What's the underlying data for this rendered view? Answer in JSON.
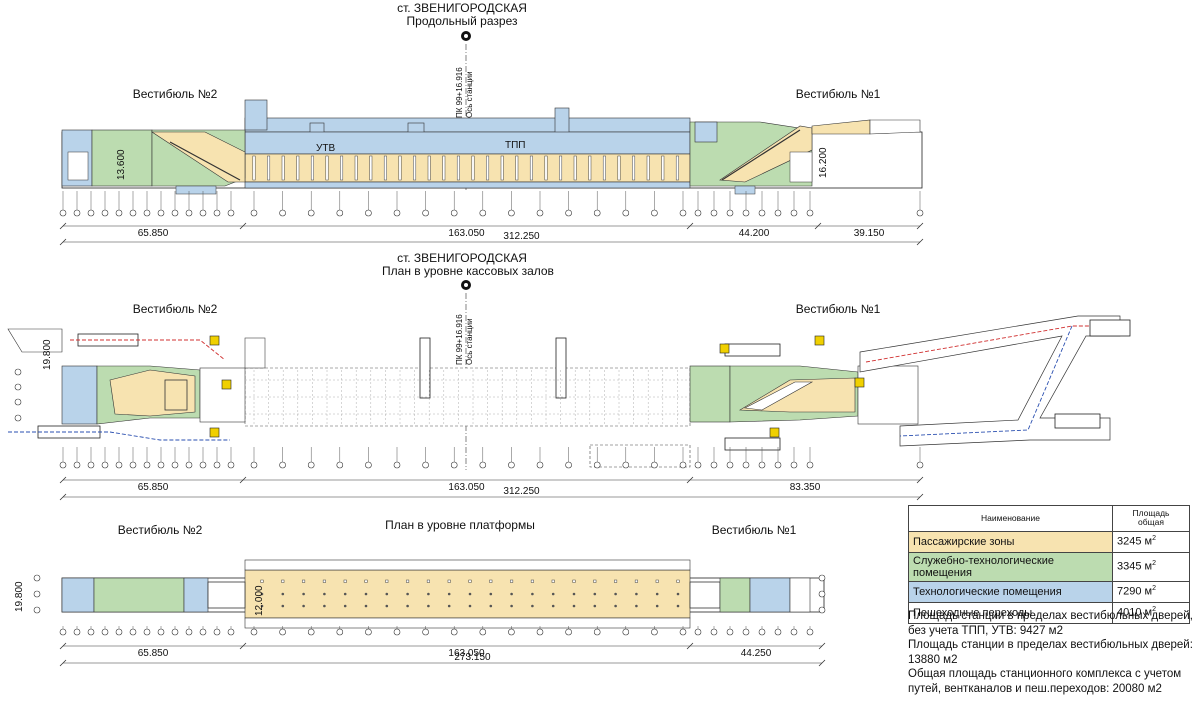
{
  "colors": {
    "passenger": "#f7e3b0",
    "service": "#bcdcb0",
    "technical": "#b9d3ea",
    "line": "#222222",
    "route_red": "#d03030",
    "route_blue": "#2a4fb0",
    "accent_yellow": "#f0d000"
  },
  "section1": {
    "title": "ст. ЗВЕНИГОРОДСКАЯ",
    "subtitle": "Продольный разрез",
    "vestibule_left": "Вестибюль №2",
    "vestibule_right": "Вестибюль №1",
    "axis_label": "ПК 99+16.916",
    "axis_label2": "Ось станции",
    "utv": "УТВ",
    "tpp": "ТПП",
    "height_left": "13.600",
    "height_right": "16.200",
    "dims": [
      "65.850",
      "163.050",
      "44.200",
      "39.150"
    ],
    "total": "312.250"
  },
  "section2": {
    "title": "ст. ЗВЕНИГОРОДСКАЯ",
    "subtitle": "План в уровне кассовых залов",
    "vestibule_left": "Вестибюль №2",
    "vestibule_right": "Вестибюль №1",
    "axis_label": "ПК 99+16.916",
    "axis_label2": "Ось станции",
    "width_left": "19.800",
    "dims": [
      "65.850",
      "163.050",
      "83.350"
    ],
    "total": "312.250"
  },
  "section3": {
    "subtitle": "План в уровне платформы",
    "vestibule_left": "Вестибюль №2",
    "vestibule_right": "Вестибюль №1",
    "width_left": "19.800",
    "width_inner": "12.000",
    "dims": [
      "65.850",
      "163.050",
      "44.250"
    ],
    "total": "273.150"
  },
  "legend": {
    "col_name": "Наименование",
    "col_area_1": "Площадь",
    "col_area_2": "общая",
    "unit": "м",
    "rows": [
      {
        "name": "Пассажирские зоны",
        "value": "3245",
        "color": "#f7e3b0",
        "sup": "2"
      },
      {
        "name": "Служебно-технологические помещения",
        "value": "3345",
        "color": "#bcdcb0",
        "sup": "2"
      },
      {
        "name": "Технологические помещения",
        "value": "7290",
        "color": "#b9d3ea",
        "sup": "2"
      },
      {
        "name": "Пешеходные переходы",
        "value": "4010",
        "color": "#ffffff",
        "sup": "2"
      }
    ]
  },
  "notes": [
    "Площадь станции в пределах вестибюльных дверей, без учета ТПП, УТВ: 9427 м2",
    "Площадь станции в пределах вестибюльных дверей: 13880 м2",
    "Общая площадь станционного комплекса с учетом путей, вентканалов и пеш.переходов: 20080 м2"
  ]
}
